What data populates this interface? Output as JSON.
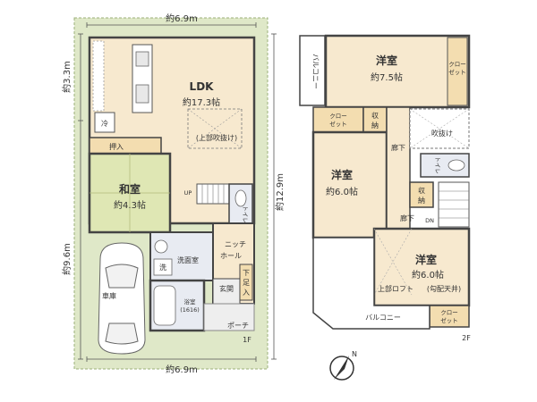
{
  "colors": {
    "site_green": "#dfe8c8",
    "ldk_floor": "#f7e9cf",
    "washitsu_floor": "#dfe7b4",
    "wet_floor": "#e8ebf2",
    "wall": "#444444",
    "storage": "#f3ddb0",
    "text": "#333333"
  },
  "dims": {
    "top_width": "約6.9m",
    "bottom_width": "約6.9m",
    "left_top": "約3.3m",
    "left_bottom": "約9.6m",
    "right_depth": "約12.9m"
  },
  "floor1": {
    "label": "1F",
    "ldk": {
      "name": "LDK",
      "size": "約17.3帖",
      "void": "(上部吹抜け)"
    },
    "fridge": "冷",
    "oshiire": "押入",
    "washitsu": {
      "name": "和室",
      "size": "約4.3帖"
    },
    "up": "UP",
    "toilet": "トイレ",
    "niche_hall": [
      "ニッチ",
      "ホール"
    ],
    "washroom": "洗面室",
    "sen": "洗",
    "genkan": "玄関",
    "shoe_storage": [
      "下",
      "足",
      "入"
    ],
    "bath": {
      "name": "浴室",
      "size": "(1616)"
    },
    "porch": "ポーチ",
    "garage": "車庫"
  },
  "floor2": {
    "label": "2F",
    "balcony_top": "バルコニー",
    "room1": {
      "name": "洋室",
      "size": "約7.5帖"
    },
    "closet_right": [
      "クロー",
      "ゼット"
    ],
    "closet_left": [
      "クロー",
      "ゼット"
    ],
    "storage_top": [
      "収",
      "納"
    ],
    "room2": {
      "name": "洋室",
      "size": "約6.0帖"
    },
    "hallway_top": "廊下",
    "fukinuke": "吹抜け",
    "toilet": "トイレ",
    "storage_mid": [
      "収",
      "納"
    ],
    "hallway_bottom": "廊下",
    "dn": "DN",
    "room3": {
      "name": "洋室",
      "size": "約6.0帖",
      "note": "(勾配天井)",
      "loft": "上部ロフト"
    },
    "closet_bottom": [
      "クロー",
      "ゼット"
    ],
    "balcony_bottom": "バルコニー"
  },
  "compass": {
    "label": "N"
  }
}
